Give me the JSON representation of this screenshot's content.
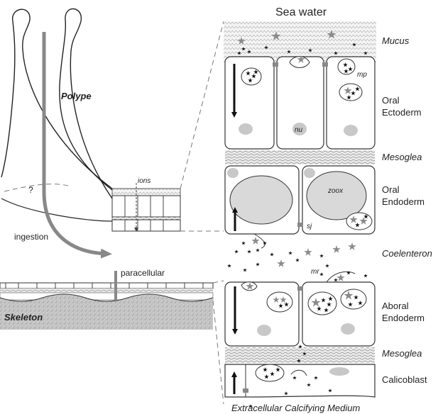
{
  "labels": {
    "sea_water": "Sea water",
    "mucus": "Mucus",
    "oral_ectoderm_1": "Oral",
    "oral_ectoderm_2": "Ectoderm",
    "mesoglea_top": "Mesoglea",
    "oral_endoderm_1": "Oral",
    "oral_endoderm_2": "Endoderm",
    "coelenteron": "Coelenteron",
    "aboral_endoderm_1": "Aboral",
    "aboral_endoderm_2": "Endoderm",
    "mesoglea_bottom": "Mesoglea",
    "calicoblast": "Calicoblast",
    "ecm": "Extracellular Calcifying Medium",
    "polype": "Polype",
    "ions": "ions",
    "question": "?",
    "ingestion": "ingestion",
    "paracellular": "paracellular",
    "skeleton": "Skeleton",
    "mp": "mp",
    "nu": "nu",
    "zoox": "zoox",
    "sj": "sj",
    "mr": "mr"
  },
  "colors": {
    "outline": "#333333",
    "nucleus": "#c8c8c8",
    "zooxanthella": "#d9d9d9",
    "flow_arrow": "#888888",
    "star_grey": "#8a8a8a",
    "star_black": "#111111",
    "junction": "#888888",
    "skeleton_fill": "#c9c9c9"
  }
}
